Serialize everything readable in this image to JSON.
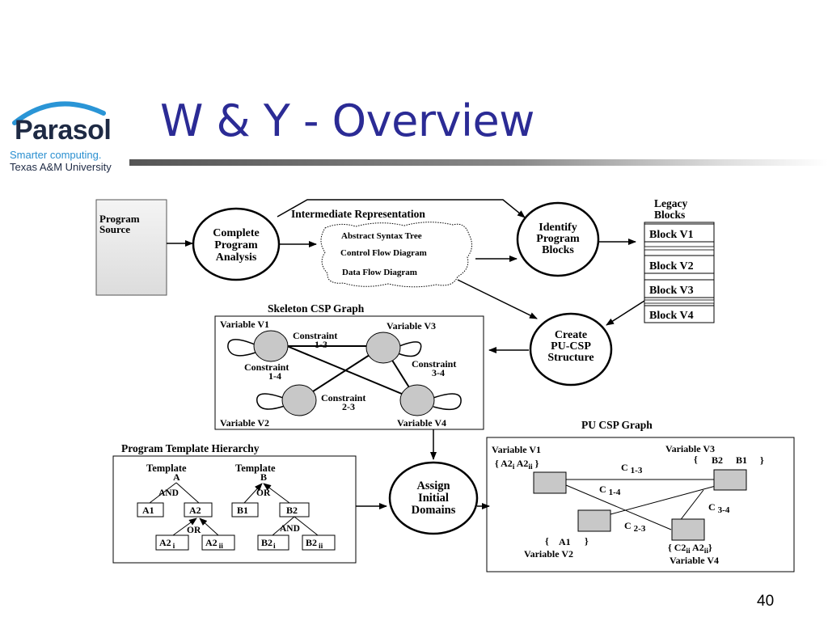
{
  "logo": {
    "name": "Parasol",
    "tagline": "Smarter computing.",
    "affiliation": "Texas A&M University"
  },
  "slide": {
    "title": "W & Y - Overview",
    "page_number": "40"
  },
  "diagram": {
    "program_source": [
      "Program",
      "Source"
    ],
    "complete_analysis": [
      "Complete",
      "Program",
      "Analysis"
    ],
    "ir_title": "Intermediate Representation",
    "ir_items": [
      "Abstract Syntax Tree",
      "Control Flow Diagram",
      "Data Flow Diagram"
    ],
    "identify_blocks": [
      "Identify",
      "Program",
      "Blocks"
    ],
    "legacy_title": [
      "Legacy",
      "Blocks"
    ],
    "blocks": [
      "Block V1",
      "Block V2",
      "Block V3",
      "Block V4"
    ],
    "create_pucsp": [
      "Create",
      "PU-CSP",
      "Structure"
    ],
    "skeleton": {
      "title": "Skeleton CSP Graph",
      "variables": [
        "Variable V1",
        "Variable V3",
        "Variable V2",
        "Variable V4"
      ],
      "c13": [
        "Constraint",
        "1-3"
      ],
      "c14": [
        "Constraint",
        "1-4"
      ],
      "c34": [
        "Constraint",
        "3-4"
      ],
      "c23": [
        "Constraint",
        "2-3"
      ]
    },
    "template_hierarchy": {
      "title": "Program Template Hierarchy",
      "template_a": [
        "Template",
        "A"
      ],
      "template_b": [
        "Template",
        "B"
      ],
      "and": "AND",
      "or": "OR",
      "a1": "A1",
      "a2": "A2",
      "b1": "B1",
      "b2": "B2",
      "a2i": [
        "A2",
        "i"
      ],
      "a2ii": [
        "A2",
        "ii"
      ],
      "b2i": [
        "B2",
        "i"
      ],
      "b2ii": [
        "B2",
        "ii"
      ]
    },
    "assign_domains": [
      "Assign",
      "Initial",
      "Domains"
    ],
    "pu_csp": {
      "title": "PU CSP Graph",
      "v1": "Variable V1",
      "v1_domain": [
        "{ A2",
        "i",
        " A2",
        "ii",
        " }"
      ],
      "v3": "Variable V3",
      "v3_domain": [
        "{",
        "B2",
        "B1",
        "}"
      ],
      "v2": "Variable V2",
      "v2_domain": [
        "{",
        "A1",
        "}"
      ],
      "v4": "Variable V4",
      "v4_domain": [
        "{ C2",
        "ii",
        " A2",
        "ii",
        "}"
      ],
      "c13": [
        "C",
        "1-3"
      ],
      "c14": [
        "C",
        "1-4"
      ],
      "c23": [
        "C",
        "2-3"
      ],
      "c34": [
        "C",
        "3-4"
      ]
    }
  }
}
